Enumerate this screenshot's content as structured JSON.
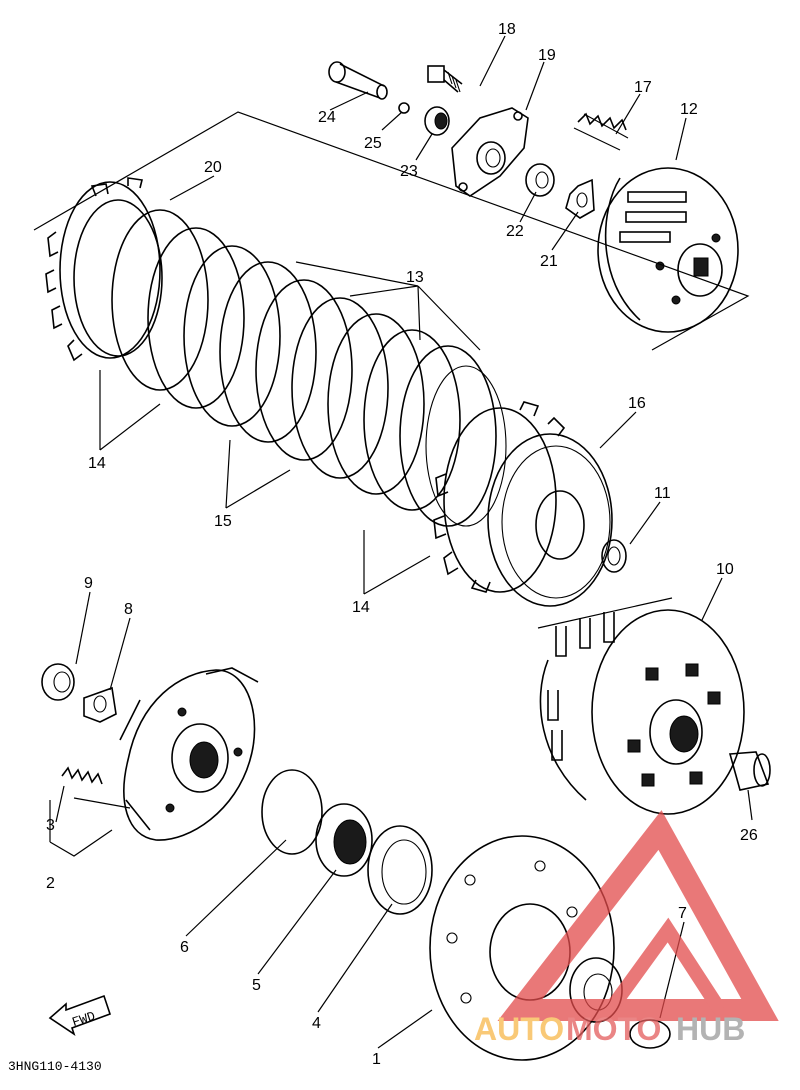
{
  "diagram": {
    "callouts": [
      "1",
      "2",
      "3",
      "4",
      "5",
      "6",
      "7",
      "8",
      "9",
      "10",
      "11",
      "12",
      "13",
      "14",
      "14",
      "15",
      "16",
      "17",
      "18",
      "19",
      "20",
      "21",
      "22",
      "23",
      "24",
      "25",
      "26"
    ],
    "drawing_code": "3HNG110-4130",
    "direction_label": "FWD",
    "watermark": {
      "part1": "AUTO",
      "part2": "MOTO",
      "part3": "HUB",
      "colors": {
        "auto": "#f7b84a",
        "moto": "#e35d5d",
        "hub": "#9a9a9a",
        "triangle": "#e24b4b"
      }
    }
  }
}
